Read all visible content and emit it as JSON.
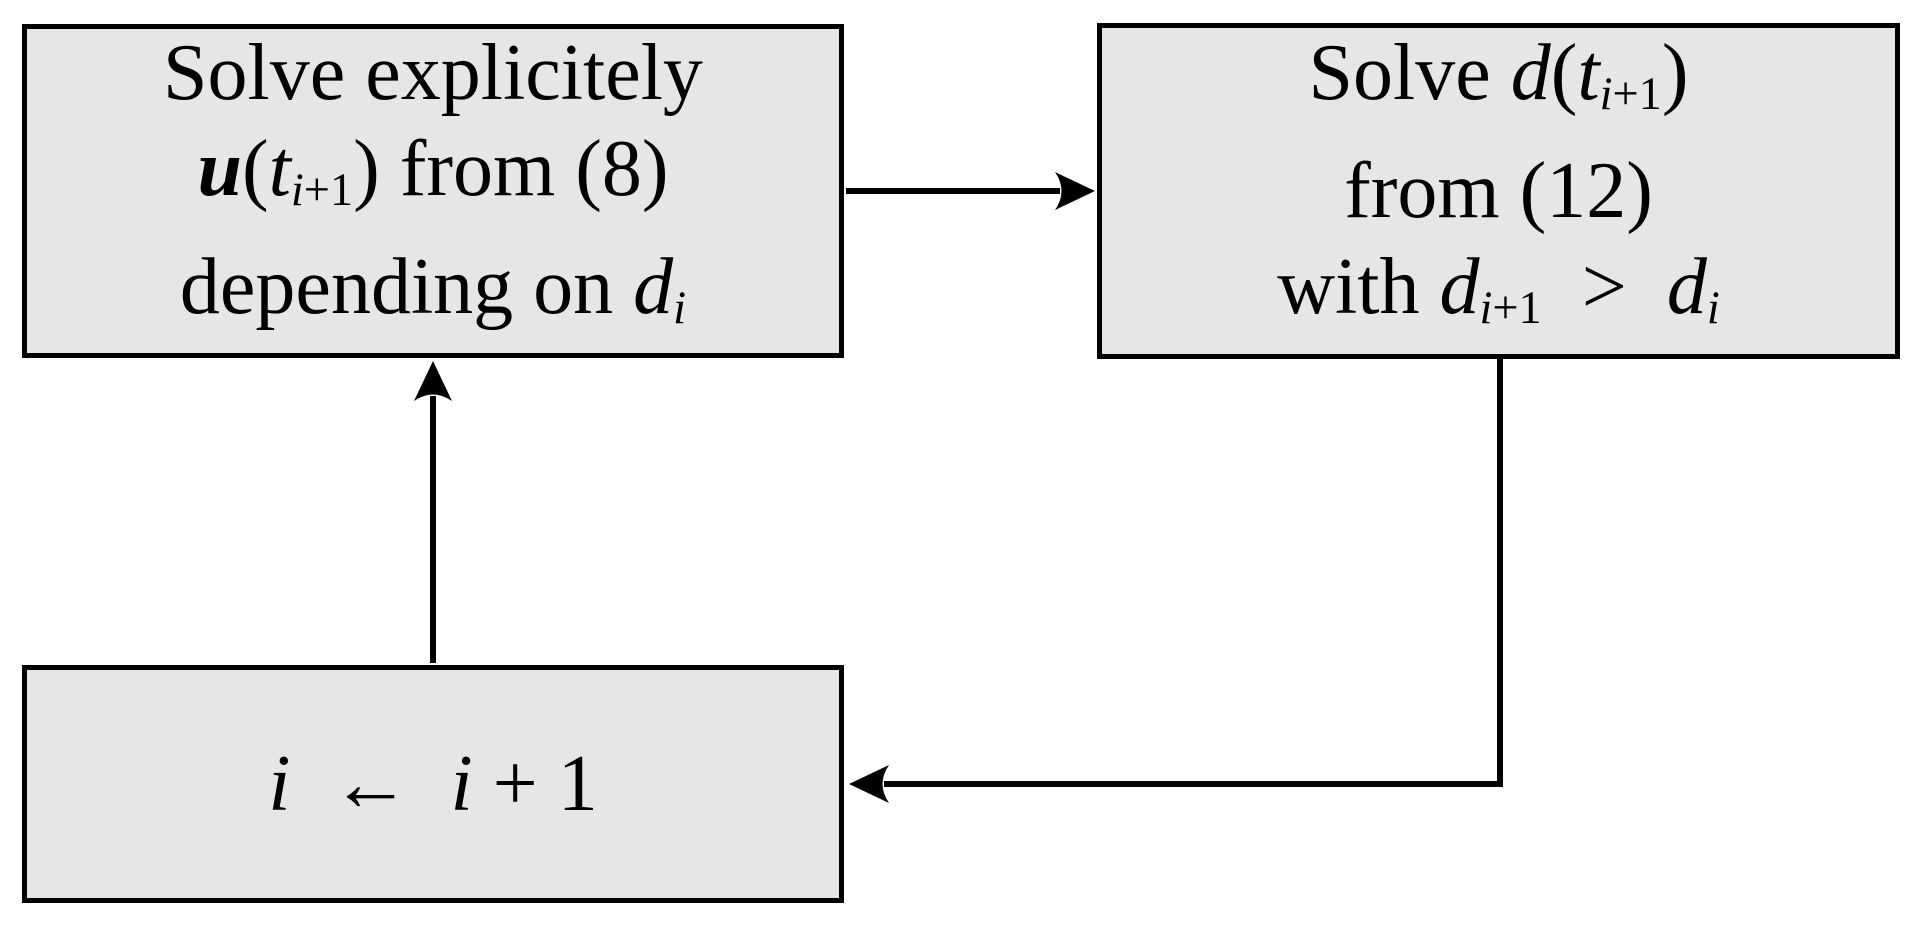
{
  "diagram": {
    "type": "flowchart",
    "colors": {
      "box_fill": "#e6e6e6",
      "box_border": "#000000",
      "text": "#000000",
      "background": "#ffffff"
    },
    "boxes": {
      "solve_u": {
        "line1": [
          "Solve explicitely"
        ],
        "line2": [
          "u",
          "(",
          "t",
          "i",
          "+1",
          ") from (8)"
        ],
        "line3": [
          "depending on ",
          "d",
          "i"
        ]
      },
      "solve_d": {
        "line1": [
          "Solve ",
          "d",
          "(",
          "t",
          "i",
          "+1",
          ")"
        ],
        "line2": [
          "from (12)"
        ],
        "line3": [
          "with ",
          "d",
          "i",
          "+1",
          "  >  ",
          "d",
          "i"
        ]
      },
      "increment": {
        "line1": [
          "i",
          "  ←  ",
          "i",
          " + 1"
        ]
      }
    },
    "arrows": [
      {
        "from": "solve_u",
        "to": "solve_d"
      },
      {
        "from": "solve_d",
        "to": "increment"
      },
      {
        "from": "increment",
        "to": "solve_u"
      }
    ]
  }
}
